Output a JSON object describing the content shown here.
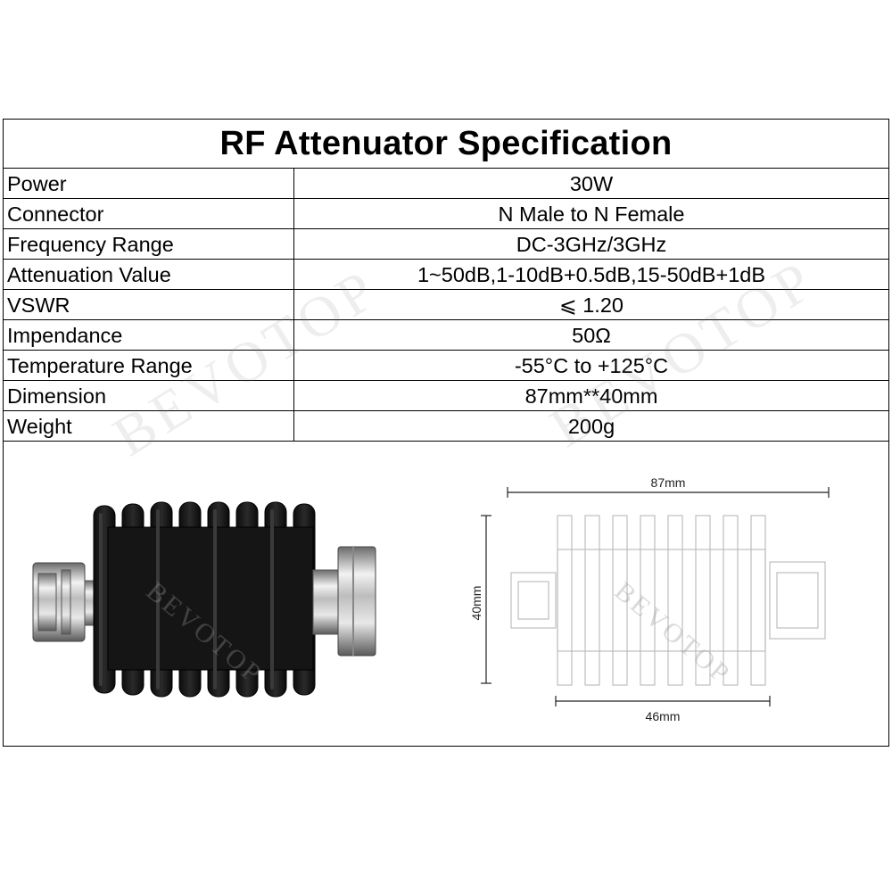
{
  "title": "RF Attenuator Specification",
  "specs": [
    {
      "label": "Power",
      "value": "30W"
    },
    {
      "label": "Connector",
      "value": "N Male to N Female"
    },
    {
      "label": "Frequency Range",
      "value": "DC-3GHz/3GHz"
    },
    {
      "label": "Attenuation Value",
      "value": "1~50dB,1-10dB+0.5dB,15-50dB+1dB"
    },
    {
      "label": "VSWR",
      "value": "⩽ 1.20"
    },
    {
      "label": "Impendance",
      "value": "50Ω"
    },
    {
      "label": "Temperature Range",
      "value": "-55°C to +125°C"
    },
    {
      "label": "Dimension",
      "value": "87mm**40mm"
    },
    {
      "label": "Weight",
      "value": "200g"
    }
  ],
  "drawing": {
    "overall_length": "87mm",
    "height": "40mm",
    "body_length": "46mm"
  },
  "watermark": "BEVOTOP"
}
